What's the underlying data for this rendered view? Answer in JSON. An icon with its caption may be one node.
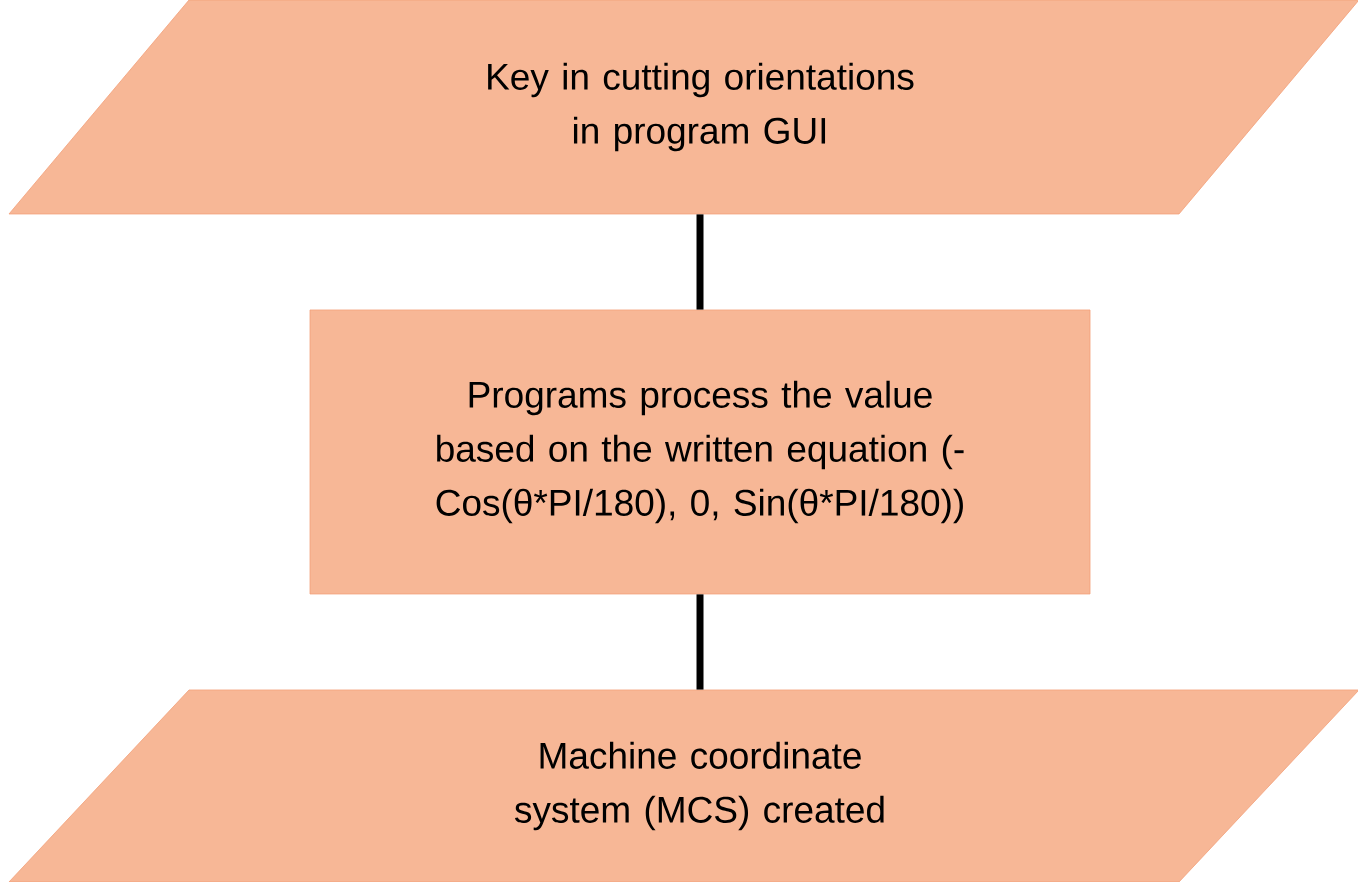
{
  "diagram": {
    "nodes": [
      {
        "text": [
          "Key in cutting orientations in program GUI"
        ]
      },
      {
        "text": [
          "Programs process the value based on the written equation (-Cos(θ*PI/180), 0, Sin(θ*PI/180))"
        ]
      },
      {
        "text": [
          "Machine coordinate system (MCS) created"
        ]
      }
    ],
    "edges": [
      {
        "from": 0,
        "to": 1,
        "arrow": "none"
      },
      {
        "from": 1,
        "to": 2,
        "arrow": "none"
      }
    ]
  }
}
